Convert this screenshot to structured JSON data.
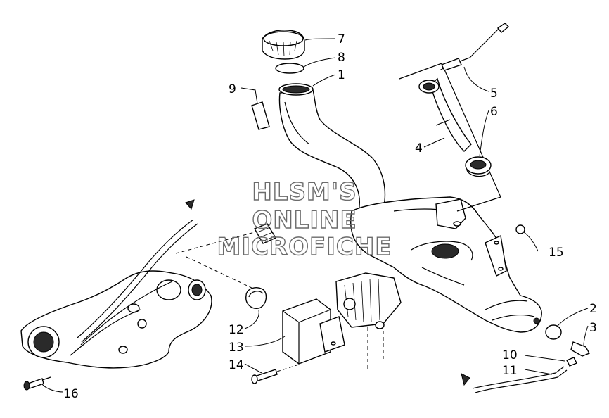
{
  "diagram": {
    "watermark_lines": [
      "HLSM'S",
      "ONLINE",
      "MICROFICHE"
    ],
    "callouts": {
      "c1": "1",
      "c2": "2",
      "c3": "3",
      "c4": "4",
      "c5": "5",
      "c6": "6",
      "c7": "7",
      "c8": "8",
      "c9": "9",
      "c10": "10",
      "c11": "11",
      "c12": "12",
      "c13": "13",
      "c14": "14",
      "c15": "15",
      "c16": "16"
    }
  }
}
